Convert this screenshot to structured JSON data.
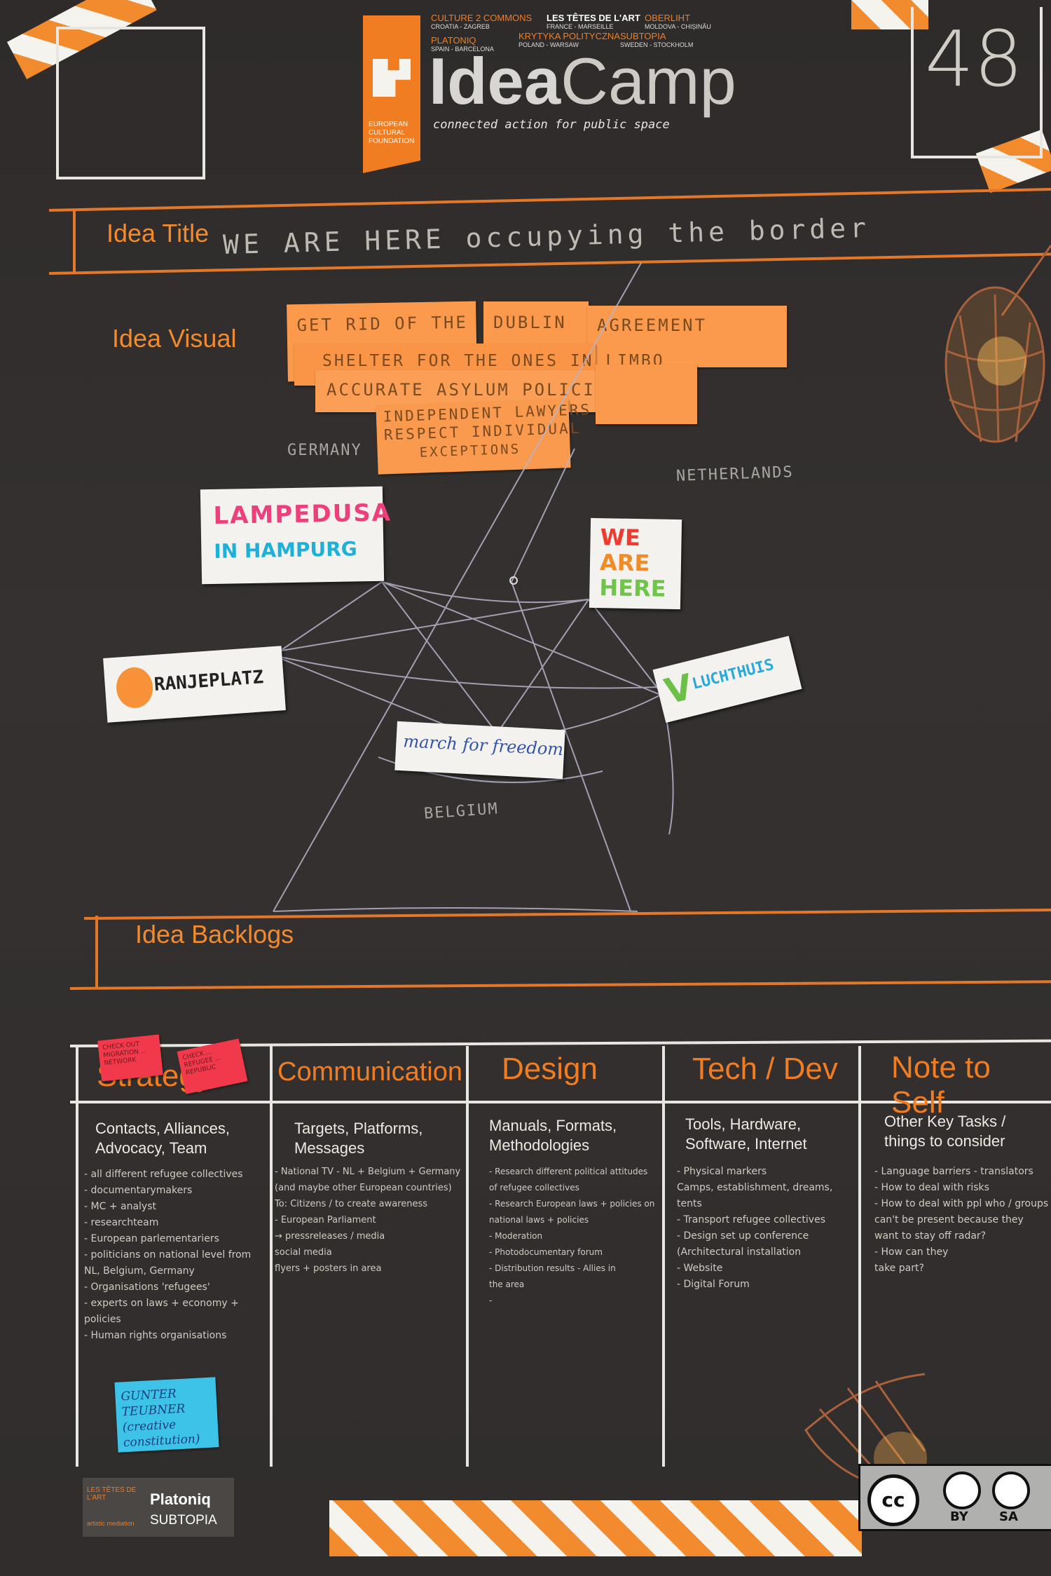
{
  "header": {
    "partners": [
      {
        "name": "CULTURE 2 COMMONS",
        "place": "CROATIA - ZAGREB"
      },
      {
        "name": "LES TÊTES DE L'ART",
        "place": "FRANCE - MARSEILLE"
      },
      {
        "name": "OBERLIHT",
        "place": "MOLDOVA - CHIȘINĂU"
      },
      {
        "name": "PLATONIQ",
        "place": "SPAIN - BARCELONA"
      },
      {
        "name": "KRYTYKA POLITYCZNA",
        "place": "POLAND - WARSAW"
      },
      {
        "name": "SUBTOPIA",
        "place": "SWEDEN - STOCKHOLM"
      }
    ],
    "logo_org": "EUROPEAN CULTURAL FOUNDATION",
    "brand_bold": "Idea",
    "brand_light": "Camp",
    "tagline": "connected action for public space",
    "board_number": "48"
  },
  "idea_title": {
    "label": "Idea Title",
    "value": "WE ARE HERE occupying the border"
  },
  "idea_visual": {
    "label": "Idea Visual",
    "stickies": [
      "GET RID OF THE",
      "DUBLIN",
      "AGREEMENT",
      "SHELTER FOR THE ONES IN LIMBO",
      "ACCURATE ASYLUM POLICIES",
      "INDEPENDENT LAWYERS",
      "RESPECT INDIVIDUAL",
      "EXCEPTIONS"
    ],
    "countries": [
      "GERMANY",
      "NETHERLANDS",
      "BELGIUM"
    ],
    "signs": {
      "lampedusa_line1": "LAMPEDUSA",
      "lampedusa_line2": "IN HAMPURG",
      "weare_1": "WE",
      "weare_2": "ARE",
      "weare_3": "HERE",
      "oranjeplatz": "RANJEPLATZ",
      "vluchthuis": "LUCHTHUIS",
      "march": "march for freedom"
    }
  },
  "idea_backlogs": {
    "label": "Idea Backlogs"
  },
  "columns": [
    {
      "title": "Strategy",
      "subtitle": "Contacts, Alliances, Advocacy, Team",
      "notes": "- all different refugee collectives\n- documentarymakers\n- MC + analyst\n- researchteam\n- European parlementariers\n- politicians on national level from\n   NL, Belgium, Germany\n- Organisations 'refugees'\n- experts on laws + economy + policies\n- Human rights organisations"
    },
    {
      "title": "Communication",
      "subtitle": "Targets, Platforms, Messages",
      "notes": "- National TV - NL + Belgium + Germany\n  (and maybe other European countries)\nTo: Citizens / to create awareness\n- European Parliament\n→ pressreleases / media\n  social media\n  flyers + posters in area"
    },
    {
      "title": "Design",
      "subtitle": "Manuals, Formats, Methodologies",
      "notes": "- Research different political attitudes\n  of refugee collectives\n- Research European laws + policies on\n  national laws + policies\n- Moderation\n- Photodocumentary forum\n- Distribution results - Allies in\n  the area\n-"
    },
    {
      "title": "Tech / Dev",
      "subtitle": "Tools, Hardware, Software, Internet",
      "notes": "- Physical markers\n  Camps, establishment, dreams, tents\n- Transport refugee collectives\n- Design set up conference\n  (Architectural installation\n- Website\n- Digital Forum"
    },
    {
      "title": "Note to Self",
      "subtitle": "Other Key Tasks / things to consider",
      "notes": "- Language barriers - translators\n- How to deal with risks\n- How to deal with ppl who / groups\n  can't be present because they\n  want to stay off radar?\n- How can they\n  take part?"
    }
  ],
  "strategy_stickies": [
    "CHECK OUT MIGRATION ... NETWORK",
    "CHECK ... REFUGEE ... REPUBLIC"
  ],
  "blue_sticky": "GUNTER TEUBNER (creative constitution)",
  "footer": {
    "sponsor1": "LES TÊTES DE L'ART",
    "sponsor1_sub": "artistic mediation",
    "sponsor2": "Platoniq",
    "sponsor3": "SUBTOPIA",
    "license_cc": "cc",
    "license_by": "BY",
    "license_sa": "SA"
  },
  "colors": {
    "accent": "#f07d22",
    "board": "#302d2c",
    "chalk": "#d9d6cf",
    "sticky_orange": "#fb9a4d",
    "sticky_pink": "#f2394b",
    "sticky_blue": "#3ec3e8"
  }
}
